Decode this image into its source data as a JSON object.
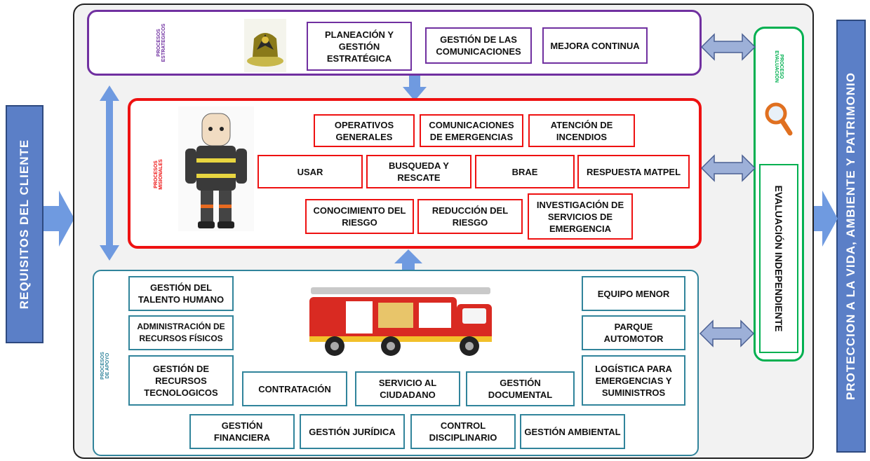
{
  "left_banner": {
    "text": "REQUISITOS DEL CLIENTE"
  },
  "right_banner": {
    "text": "PROTECCION A LA VIDA, AMBIENTE Y PATRIMONIO"
  },
  "estrategicos": {
    "label": "PROCESOS ESTRATEGICOS",
    "items": [
      "PLANEACIÓN Y GESTIÓN ESTRATÉGICA",
      "GESTIÓN DE LAS COMUNICACIONES",
      "MEJORA CONTINUA"
    ]
  },
  "misionales": {
    "label": "PROCESOS MISIONALES",
    "row1": [
      "OPERATIVOS GENERALES",
      "COMUNICACIONES DE EMERGENCIAS",
      "ATENCIÓN DE INCENDIOS"
    ],
    "row2": [
      "USAR",
      "BUSQUEDA Y RESCATE",
      "BRAE",
      "RESPUESTA MATPEL"
    ],
    "row3": [
      "CONOCIMIENTO DEL RIESGO",
      "REDUCCIÓN DEL RIESGO",
      "INVESTIGACIÓN DE SERVICIOS DE EMERGENCIA"
    ]
  },
  "apoyo": {
    "label": "PROCESOS DE APOYO",
    "left": [
      "GESTIÓN DEL TALENTO HUMANO",
      "ADMINISTRACIÓN DE RECURSOS FÍSICOS",
      "GESTIÓN DE RECURSOS TECNOLOGICOS"
    ],
    "middle": [
      "CONTRATACIÓN",
      "SERVICIO AL CIUDADANO",
      "GESTIÓN DOCUMENTAL"
    ],
    "right": [
      "EQUIPO MENOR",
      "PARQUE AUTOMOTOR",
      "LOGÍSTICA PARA EMERGENCIAS Y SUMINISTROS"
    ],
    "bottom": [
      "GESTIÓN FINANCIERA",
      "GESTIÓN JURÍDICA",
      "CONTROL DISCIPLINARIO",
      "GESTIÓN AMBIENTAL"
    ]
  },
  "evaluacion": {
    "label": "PROCESO EVALUACIÓN",
    "item": "EVALUACIÓN INDEPENDIENTE"
  },
  "colors": {
    "estrategicos": "#7030a0",
    "misionales": "#ee1111",
    "apoyo": "#31849b",
    "evaluacion": "#00b050",
    "arrow": "#5b8fd6",
    "banner": "#5b7fc7"
  }
}
